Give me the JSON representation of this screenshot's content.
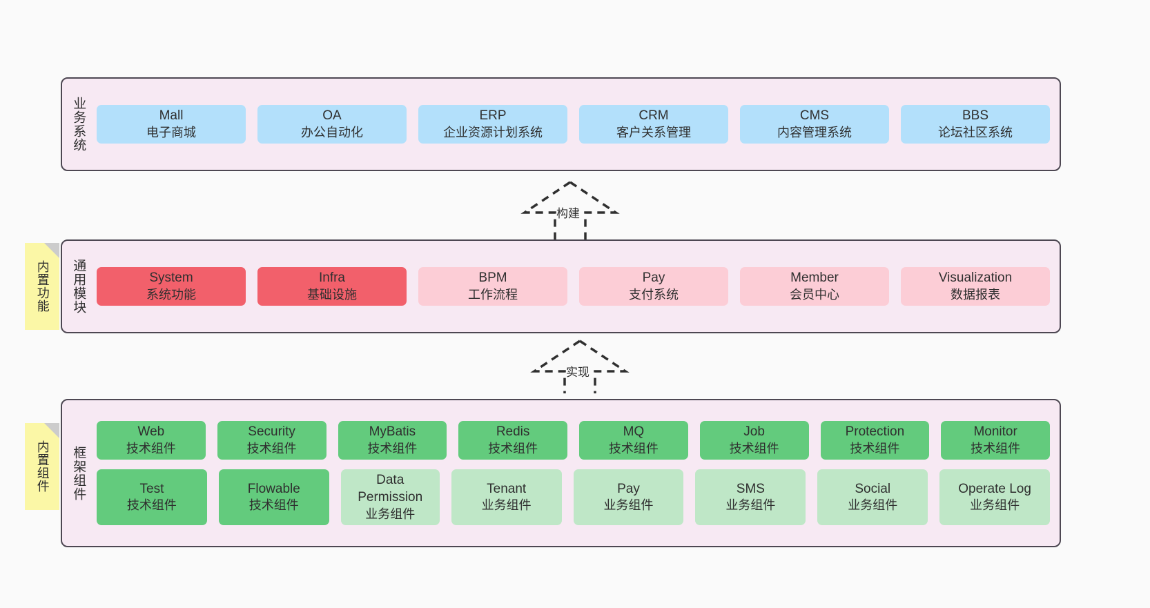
{
  "diagram": {
    "background_color": "#fafafa",
    "layer_fill": "#f7e9f3",
    "layer_border": "#4d4752"
  },
  "layers": [
    {
      "id": "business",
      "title": "业务系统",
      "rows": [
        {
          "cards": [
            {
              "en": "Mall",
              "cn": "电子商城",
              "color": "#b3e0fb",
              "variant": "c-blue"
            },
            {
              "en": "OA",
              "cn": "办公自动化",
              "color": "#b3e0fb",
              "variant": "c-blue"
            },
            {
              "en": "ERP",
              "cn": "企业资源计划系统",
              "color": "#b3e0fb",
              "variant": "c-blue"
            },
            {
              "en": "CRM",
              "cn": "客户关系管理",
              "color": "#b3e0fb",
              "variant": "c-blue"
            },
            {
              "en": "CMS",
              "cn": "内容管理系统",
              "color": "#b3e0fb",
              "variant": "c-blue"
            },
            {
              "en": "BBS",
              "cn": "论坛社区系统",
              "color": "#b3e0fb",
              "variant": "c-blue"
            }
          ]
        }
      ]
    },
    {
      "id": "common",
      "title": "通用模块",
      "note": "内置功能",
      "rows": [
        {
          "cards": [
            {
              "en": "System",
              "cn": "系统功能",
              "color": "#f2606b",
              "variant": "c-red"
            },
            {
              "en": "Infra",
              "cn": "基础设施",
              "color": "#f2606b",
              "variant": "c-red"
            },
            {
              "en": "BPM",
              "cn": "工作流程",
              "color": "#fccdd6",
              "variant": "c-pink"
            },
            {
              "en": "Pay",
              "cn": "支付系统",
              "color": "#fccdd6",
              "variant": "c-pink"
            },
            {
              "en": "Member",
              "cn": "会员中心",
              "color": "#fccdd6",
              "variant": "c-pink"
            },
            {
              "en": "Visualization",
              "cn": "数据报表",
              "color": "#fccdd6",
              "variant": "c-pink"
            }
          ]
        }
      ]
    },
    {
      "id": "framework",
      "title": "框架组件",
      "note": "内置组件",
      "rows": [
        {
          "cards": [
            {
              "en": "Web",
              "cn": "技术组件",
              "color": "#63cb7d",
              "variant": "c-green"
            },
            {
              "en": "Security",
              "cn": "技术组件",
              "color": "#63cb7d",
              "variant": "c-green"
            },
            {
              "en": "MyBatis",
              "cn": "技术组件",
              "color": "#63cb7d",
              "variant": "c-green"
            },
            {
              "en": "Redis",
              "cn": "技术组件",
              "color": "#63cb7d",
              "variant": "c-green"
            },
            {
              "en": "MQ",
              "cn": "技术组件",
              "color": "#63cb7d",
              "variant": "c-green"
            },
            {
              "en": "Job",
              "cn": "技术组件",
              "color": "#63cb7d",
              "variant": "c-green"
            },
            {
              "en": "Protection",
              "cn": "技术组件",
              "color": "#63cb7d",
              "variant": "c-green"
            },
            {
              "en": "Monitor",
              "cn": "技术组件",
              "color": "#63cb7d",
              "variant": "c-green"
            }
          ]
        },
        {
          "cards": [
            {
              "en": "Test",
              "cn": "技术组件",
              "color": "#63cb7d",
              "variant": "c-green"
            },
            {
              "en": "Flowable",
              "cn": "技术组件",
              "color": "#63cb7d",
              "variant": "c-green"
            },
            {
              "en": "Data Permission",
              "cn": "业务组件",
              "color": "#bfe7c7",
              "variant": "c-lightgreen",
              "wrap": true
            },
            {
              "en": "Tenant",
              "cn": "业务组件",
              "color": "#bfe7c7",
              "variant": "c-lightgreen"
            },
            {
              "en": "Pay",
              "cn": "业务组件",
              "color": "#bfe7c7",
              "variant": "c-lightgreen"
            },
            {
              "en": "SMS",
              "cn": "业务组件",
              "color": "#bfe7c7",
              "variant": "c-lightgreen"
            },
            {
              "en": "Social",
              "cn": "业务组件",
              "color": "#bfe7c7",
              "variant": "c-lightgreen"
            },
            {
              "en": "Operate Log",
              "cn": "业务组件",
              "color": "#bfe7c7",
              "variant": "c-lightgreen"
            }
          ]
        }
      ]
    }
  ],
  "connectors": [
    {
      "id": "build",
      "label": "构建",
      "style": "dashed-generalization"
    },
    {
      "id": "implement",
      "label": "实现",
      "style": "dashed-generalization"
    }
  ]
}
